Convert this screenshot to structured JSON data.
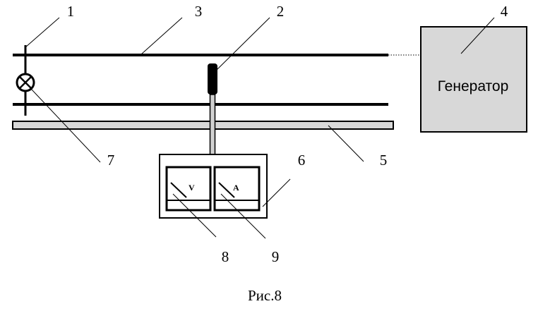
{
  "generator": {
    "label": "Генератор"
  },
  "meters": {
    "voltmeter_symbol": "V",
    "ammeter_symbol": "A"
  },
  "callouts": [
    "1",
    "2",
    "3",
    "4",
    "5",
    "6",
    "7",
    "8",
    "9"
  ],
  "caption": "Рис.8"
}
